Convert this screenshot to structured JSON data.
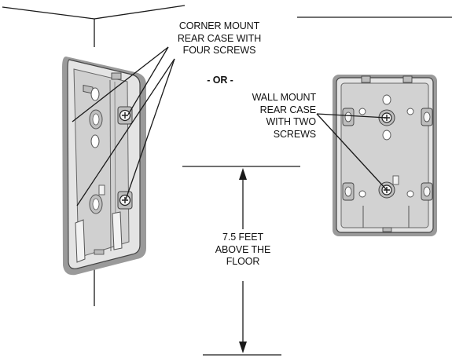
{
  "labels": {
    "corner_mount": "CORNER MOUNT\nREAR CASE WITH\nFOUR SCREWS",
    "or": "- OR -",
    "wall_mount": "WALL MOUNT\nREAR CASE\nWITH TWO\nSCREWS",
    "height": "7.5 FEET\nABOVE THE\nFLOOR"
  },
  "colors": {
    "line": "#1a1a1a",
    "case_face": "#e2e2e2",
    "case_inner": "#cfcfcf",
    "case_edge": "#9a9a9a"
  }
}
